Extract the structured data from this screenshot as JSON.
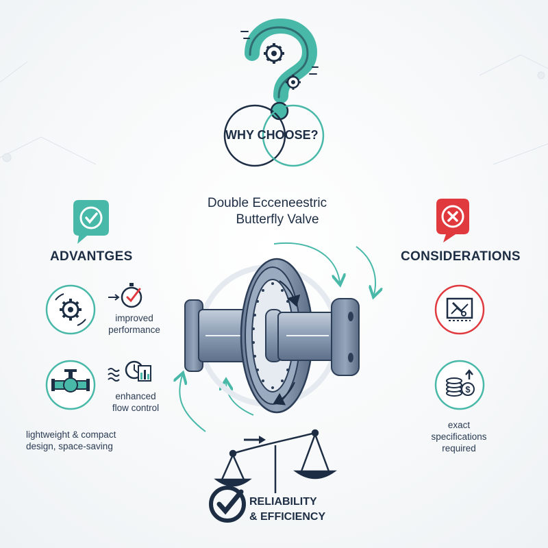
{
  "header": {
    "why_label": "WHY CHOOSE?"
  },
  "product": {
    "line1": "Double Ecceneestric",
    "line2": "Butterfly Valve"
  },
  "advantages": {
    "heading": "ADVANTGES",
    "items": [
      {
        "line1": "improved",
        "line2": "performance"
      },
      {
        "line1": "enhanced",
        "line2": "flow control"
      },
      {
        "line1": "lightweight & compact",
        "line2": "design, space-saving"
      }
    ]
  },
  "considerations": {
    "heading": "CONSIDERATIONS",
    "items": [
      {
        "line1": "exact",
        "line2": "specifications",
        "line3": "required"
      }
    ]
  },
  "footer": {
    "line1": "RELIABILITY",
    "line2": "& EFFICIENCY"
  },
  "colors": {
    "teal": "#48b8a8",
    "navy": "#1d2d44",
    "red": "#e0393e",
    "steel": "#7c8ea6"
  }
}
